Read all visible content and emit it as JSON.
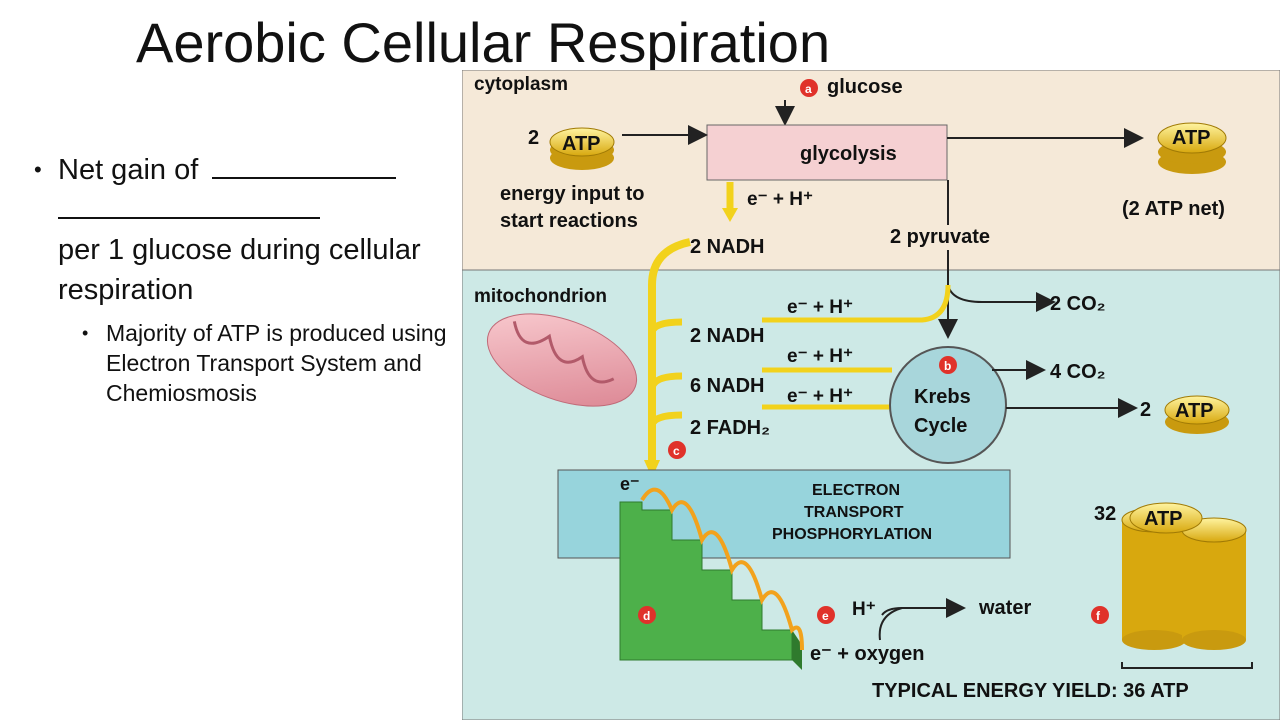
{
  "slide": {
    "title": "Aerobic Cellular Respiration",
    "bullet1": {
      "prefix": "Net gain of",
      "suffix": "per 1 glucose during cellular respiration"
    },
    "bullet2": "Majority of ATP is produced using Electron Transport System and Chemiosmosis"
  },
  "diagram": {
    "labels": {
      "cytoplasm": "cytoplasm",
      "glucose": "glucose",
      "glycolysis": "glycolysis",
      "atp_in_count": "2",
      "atp": "ATP",
      "energy_input_1": "energy input to",
      "energy_input_2": "start reactions",
      "two_atp_net": "(2 ATP net)",
      "e_h": "e⁻ + H⁺",
      "nadh_2a": "2 NADH",
      "pyruvate": "2 pyruvate",
      "mitochondrion": "mitochondrion",
      "nadh_2b": "2 NADH",
      "nadh_6": "6 NADH",
      "fadh2": "2 FADH₂",
      "co2_2": "2 CO₂",
      "co2_4": "4 CO₂",
      "krebs_1": "Krebs",
      "krebs_2": "Cycle",
      "atp_krebs_count": "2",
      "etp_1": "ELECTRON",
      "etp_2": "TRANSPORT",
      "etp_3": "PHOSPHORYLATION",
      "e_minus": "e⁻",
      "atp_32": "32",
      "h_plus": "H⁺",
      "water": "water",
      "e_oxygen": "e⁻ + oxygen",
      "yield": "TYPICAL ENERGY YIELD:  36 ATP"
    },
    "markers": [
      "a",
      "b",
      "c",
      "d",
      "e",
      "f"
    ],
    "colors": {
      "cytoplasm_bg": "#f5e9d8",
      "mito_bg": "#cde9e6",
      "glycolysis_box": "#f5d0d2",
      "etp_box": "#97d4dc",
      "krebs_circle": "#a8d6db",
      "arrow_yellow": "#f2d21c",
      "marker_red": "#e0322a",
      "stairs_green": "#4db04a",
      "coin_gold": "#e9c21f"
    }
  }
}
